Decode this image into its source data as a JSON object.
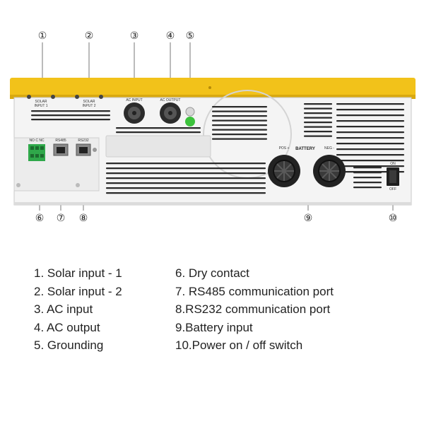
{
  "callouts": {
    "c1": "①",
    "c2": "②",
    "c3": "③",
    "c4": "④",
    "c5": "⑤",
    "c6": "⑥",
    "c7": "⑦",
    "c8": "⑧",
    "c9": "⑨",
    "c10": "⑩"
  },
  "device_labels": {
    "solar1": "SOLAR",
    "input1": "INPUT 1",
    "solar2": "SOLAR",
    "input2": "INPUT 2",
    "ac_input": "AC INPUT",
    "ac_output": "AC OUTPUT",
    "dry_contact": "NO C NC",
    "rs485": "RS485",
    "rs232": "RS232",
    "battery": "BATTERY",
    "pos": "POS +",
    "neg": "NEG -",
    "on": "ON",
    "off": "OFF"
  },
  "legend": {
    "left": [
      "1. Solar input - 1",
      "2. Solar input - 2",
      "3. AC input",
      "4. AC output",
      "5. Grounding"
    ],
    "right": [
      "6. Dry contact",
      "7. RS485 communication port",
      "8.RS232 communication port",
      "9.Battery input",
      "10.Power on / off switch"
    ]
  },
  "colors": {
    "housing_top": "#f2c21a",
    "panel": "#f4f4f4",
    "vent": "#2a2a2a",
    "terminal_green": "#2fa84a",
    "ground_green": "#3cc23c"
  }
}
